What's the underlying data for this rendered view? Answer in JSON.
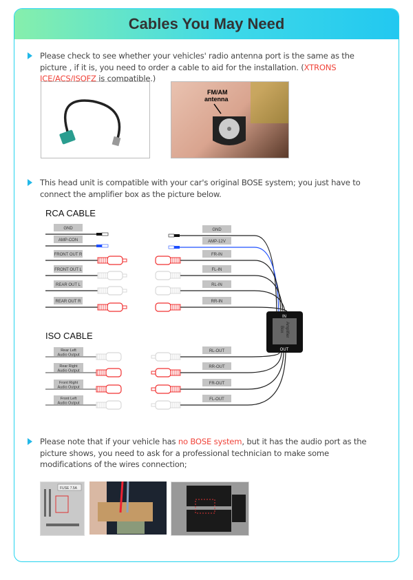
{
  "header": {
    "title": "Cables You May Need"
  },
  "section1": {
    "text_before": "Please check to see whether your vehicles' radio antenna port is the same as the picture , if it is, you need to order a cable to aid for the installation. (",
    "highlight": "XTRONS ICE/ACS/ISOFZ",
    "text_after": " is compatible.)",
    "photo_label_line1": "FM/AM",
    "photo_label_line2": "antenna"
  },
  "section2": {
    "text": "This head unit is compatible with your car's original BOSE system; you just have to connect the amplifier box as the picture below."
  },
  "diagram": {
    "rca_title": "RCA CABLE",
    "iso_title": "ISO CABLE",
    "amp_in": "IN",
    "amp_out": "OUT",
    "amp_label_line1": "Amplifier",
    "amp_label_line2": "Box",
    "rca_left": [
      {
        "label": "GND",
        "plug": "black"
      },
      {
        "label": "AMP-CON",
        "plug": "blue"
      },
      {
        "label": "FRONT OUT R",
        "plug": "red"
      },
      {
        "label": "FRONT OUT L",
        "plug": "white"
      },
      {
        "label": "REAR OUT L",
        "plug": "white"
      },
      {
        "label": "REAR OUT R",
        "plug": "red"
      }
    ],
    "rca_right": [
      {
        "label": "GND",
        "plug": "black"
      },
      {
        "label": "AMP-12V",
        "plug": "blue"
      },
      {
        "label": "FR-IN",
        "plug": "red"
      },
      {
        "label": "FL-IN",
        "plug": "white"
      },
      {
        "label": "RL-IN",
        "plug": "white"
      },
      {
        "label": "RR-IN",
        "plug": "red"
      }
    ],
    "iso_left": [
      {
        "line1": "Rear Left",
        "line2": "Audio Output",
        "plug": "white"
      },
      {
        "line1": "Rear Right",
        "line2": "Audio Output",
        "plug": "red"
      },
      {
        "line1": "Front Right",
        "line2": "Audio Output",
        "plug": "red"
      },
      {
        "line1": "Front Left",
        "line2": "Audio Output",
        "plug": "white"
      }
    ],
    "iso_right": [
      {
        "label": "RL-OUT",
        "plug": "white"
      },
      {
        "label": "RR-OUT",
        "plug": "red"
      },
      {
        "label": "FR-OUT",
        "plug": "red"
      },
      {
        "label": "FL-OUT",
        "plug": "white"
      }
    ],
    "colors": {
      "red": "#f03030",
      "white": "#d8d8d8",
      "blue": "#1e4fff",
      "black": "#111111"
    }
  },
  "section3": {
    "text_before": "Please note that if your vehicle has ",
    "highlight": "no BOSE system",
    "text_after": ", but it has the audio port as the picture shows, you need to ask for a professional technician to make some modifications of the wires connection;",
    "fuse_label": "FUSE 7.5A"
  }
}
